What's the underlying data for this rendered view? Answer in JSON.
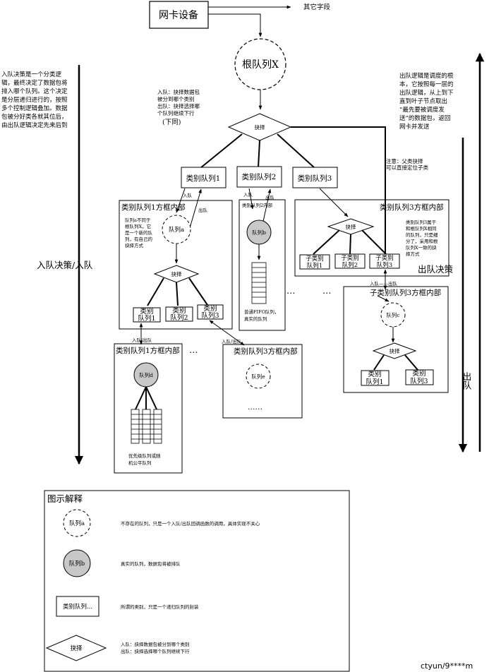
{
  "nic": {
    "label": "网卡设备",
    "other_field": "其它字段"
  },
  "root_queue": "根队列X",
  "left_note": [
    "入队决策是一个分类逻",
    "辑，最终决定了数据包将",
    "排入哪个队列。这个决定",
    "是分层递归进行的，按照",
    "多个控制逻辑叠加。数据",
    "包被分好类各就其位后，",
    "由出队逻辑决定先来后到"
  ],
  "right_note": [
    "出队逻辑是调度的根",
    "本，它按照每一层的",
    "出队逻辑，从上到下",
    "直到叶子节点取出",
    "“最先要被调度发",
    "送”的数据包，返回",
    "网卡并发送"
  ],
  "enqueue_note": [
    "入队：抉择数据包",
    "被分到哪个类别",
    "出队：抉择选择哪",
    "个队列继续下行"
  ],
  "same_below": "(下同)",
  "select_label": "抉择",
  "category_queues": [
    "类别队列1",
    "类别队列2",
    "类别队列3"
  ],
  "parent_note": [
    "注意：父类抉择",
    "可以直接定位子类"
  ],
  "enqueue_label": "入队",
  "dequeue_label": "出队",
  "enqueue_dequeue_label": "入队/出队",
  "enqueue_dash_dequeue_label": "入队——出队",
  "enqueue_decision_label": "入队决策/入队",
  "dequeue_decision_label": "出队决策",
  "dequeue_side_label": "出队",
  "box1": {
    "title": "类别队列1方框内部",
    "queue_a": "队列a",
    "note": [
      "队列a不同于",
      "根队列X，它",
      "是一个新的队",
      "列，有自己的",
      "抉择方式"
    ],
    "subs": [
      [
        "类别",
        "队列1"
      ],
      [
        "类别",
        "队列2"
      ],
      [
        "类别",
        "队列3"
      ]
    ]
  },
  "box2": {
    "title": "类别队列2内部",
    "queue_b": "队列b",
    "note": [
      "普通FIFO队列，",
      "真实的队列"
    ]
  },
  "box3": {
    "title": "类别队列3方框内部",
    "subs": [
      [
        "子类别",
        "队列1"
      ],
      [
        "子类别",
        "队列2"
      ],
      [
        "子类别",
        "队列3"
      ]
    ],
    "note": [
      "类别队列3属于",
      "和根队列X相同",
      "的队列，只是细",
      "分了，采用和根",
      "队列X一致的抉",
      "择方式"
    ]
  },
  "box4": {
    "title": "类别队列1方框内部",
    "queue_d": "队列d",
    "note": [
      "优先级队列或随",
      "机公平队列"
    ]
  },
  "box5": {
    "title": "类别队列3方框内部",
    "queue_e": "队列e",
    "more": "……"
  },
  "box6": {
    "title": "子类别队列3方框内部",
    "queue_c": "队列c",
    "subs": [
      [
        "类别",
        "队列1"
      ],
      [
        "类别",
        "队列3"
      ]
    ]
  },
  "ellipsis": "…",
  "legend": {
    "title": "图示解释",
    "items": [
      {
        "symbol": "队列a",
        "desc": "不存在的队列，只是一个入队/出队回调函数的调用，具体实现不关心"
      },
      {
        "symbol": "队列b",
        "desc": "真实的队列，数据包将被排队"
      },
      {
        "symbol": "类别队列...",
        "desc": "所谓的类别，只是一个递归队列的封装"
      },
      {
        "symbol": "抉择",
        "desc": [
          "入队：抉择数据包被分到哪个类别",
          "出队：抉择选择哪个队列继续下行"
        ]
      }
    ]
  },
  "watermark": "ctyun/9****m"
}
